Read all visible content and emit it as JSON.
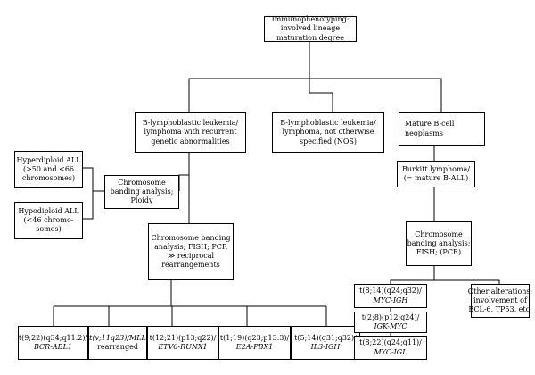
{
  "diagram": {
    "nodes": {
      "root": [
        "Immunophenotyping:",
        "involved lineage",
        "maturation degree"
      ],
      "b_recurrent": [
        "B-lymphoblastic leukemia/",
        "lymphoma with recurrent",
        "genetic abnormalities"
      ],
      "b_nos": [
        "B-lymphoblastic leukemia/",
        "lymphoma, not otherwise",
        "specified (NOS)"
      ],
      "mature_b": [
        "Mature B-cell",
        "neoplasms"
      ],
      "hyperdiploid": [
        "Hyperdiploid ALL",
        "(>50 and <66",
        "chromosomes)"
      ],
      "hypodiploid": [
        "Hypodiploid ALL",
        "(<46 chromo-",
        "somes)"
      ],
      "ploidy": [
        "Chromosome",
        "banding analysis;",
        "Ploidy"
      ],
      "burkitt": [
        "Burkitt lymphoma/",
        "(= mature B-ALL)"
      ],
      "banding_fish_pcr": [
        "Chromosome banding",
        "analysis; FISH; PCR",
        "≫ reciprocal",
        "rearrangements"
      ],
      "banding_fish_pcr_paren": [
        "Chromosome",
        "banding analysis;",
        "FISH; (PCR)"
      ],
      "t9_22": [
        "t(9;22)(q34;q11.2)/",
        "BCR-ABL1"
      ],
      "tv_11q23": [
        "t(v;11q23)/MLL",
        "rearranged"
      ],
      "t12_21": [
        "t(12;21)(p13;q22)/",
        "ETV6-RUNX1"
      ],
      "t1_19": [
        "t(1;19)(q23;p13.3)/",
        "E2A-PBX1"
      ],
      "t5_14": [
        "t(5;14)(q31;q32)/",
        "IL3-IGH"
      ],
      "t8_14": [
        "t(8;14)(q24;q32)/",
        "MYC-IGH"
      ],
      "t2_8": [
        "t(2;8)(p12;q24)/",
        "IGK-MYC"
      ],
      "t8_22": [
        "t(8;22)(q24;q11)/",
        "MYC-IGL"
      ],
      "other": [
        "Other alterations;",
        "involvement of",
        "BCL-6, TP53, etc."
      ]
    }
  }
}
